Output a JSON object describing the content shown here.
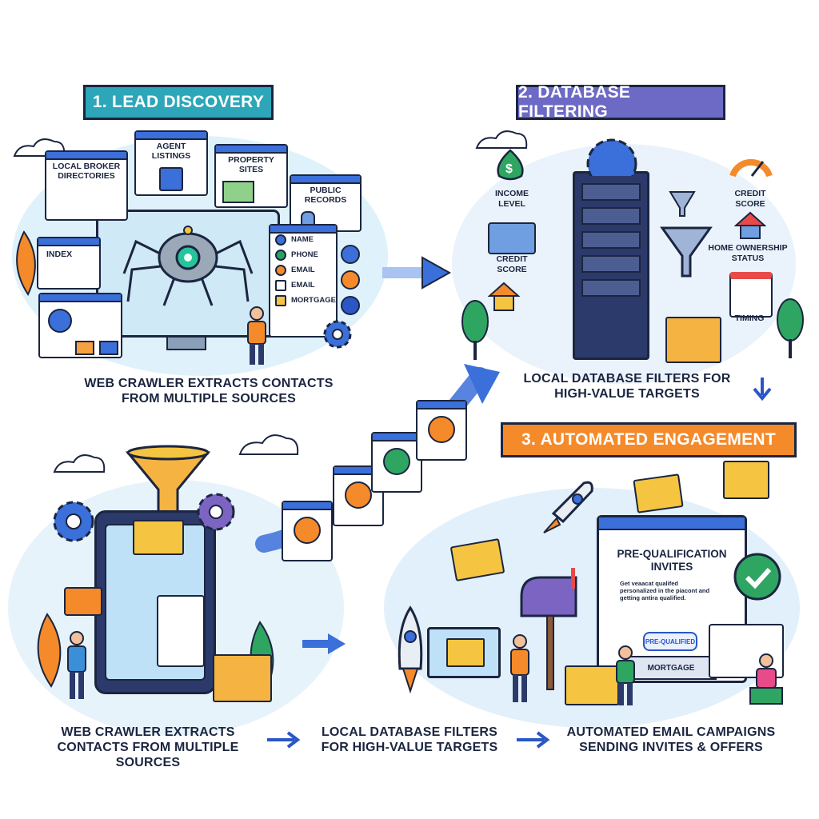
{
  "banners": {
    "lead_discovery": "1. LEAD DISCOVERY",
    "database_filtering": "2. DATABASE FILTERING",
    "automated_engagement": "3. AUTOMATED ENGAGEMENT"
  },
  "lead_sources": {
    "local_broker_directories": "LOCAL BROKER DIRECTORIES",
    "agent_listings": "AGENT LISTINGS",
    "property_sites": "PROPERTY SITES",
    "public_records": "PUBLIC RECORDS",
    "index": "INDEX"
  },
  "contact_fields": {
    "name": "NAME",
    "phone": "PHONE",
    "email_1": "EMAIL",
    "email_2": "EMAIL",
    "mortgage": "MORTGAGE"
  },
  "captions": {
    "crawler_top": "WEB CRAWLER EXTRACTS CONTACTS FROM MULTIPLE SOURCES",
    "database_top": "LOCAL DATABASE FILTERS FOR HIGH-VALUE TARGETS",
    "bottom_crawler": "WEB CRAWLER EXTRACTS CONTACTS FROM MULTIPLE SOURCES",
    "bottom_database": "LOCAL DATABASE FILTERS FOR HIGH-VALUE TARGETS",
    "bottom_email": "AUTOMATED EMAIL CAMPAIGNS SENDING INVITES & OFFERS"
  },
  "filters": {
    "income_level": "INCOME LEVEL",
    "credit_score_left": "CREDIT SCORE",
    "credit_score_right": "CREDIT SCORE",
    "home_ownership": "HOME OWNERSHIP STATUS",
    "timing": "TIMING"
  },
  "email_screen": {
    "title": "PRE-QUALIFICATION INVITES",
    "body_line1": "Get veaacat qualifed",
    "body_line2": "personalized in the piacont and",
    "body_line3": "getting antira qualified.",
    "badge": "PRE-QUALIFIED",
    "footer": "MORTGAGE"
  },
  "colors": {
    "teal": "#2ca6b8",
    "purple": "#6d6ac6",
    "orange": "#f58a2a",
    "blue": "#3b6fd9",
    "navy": "#1b2540"
  }
}
